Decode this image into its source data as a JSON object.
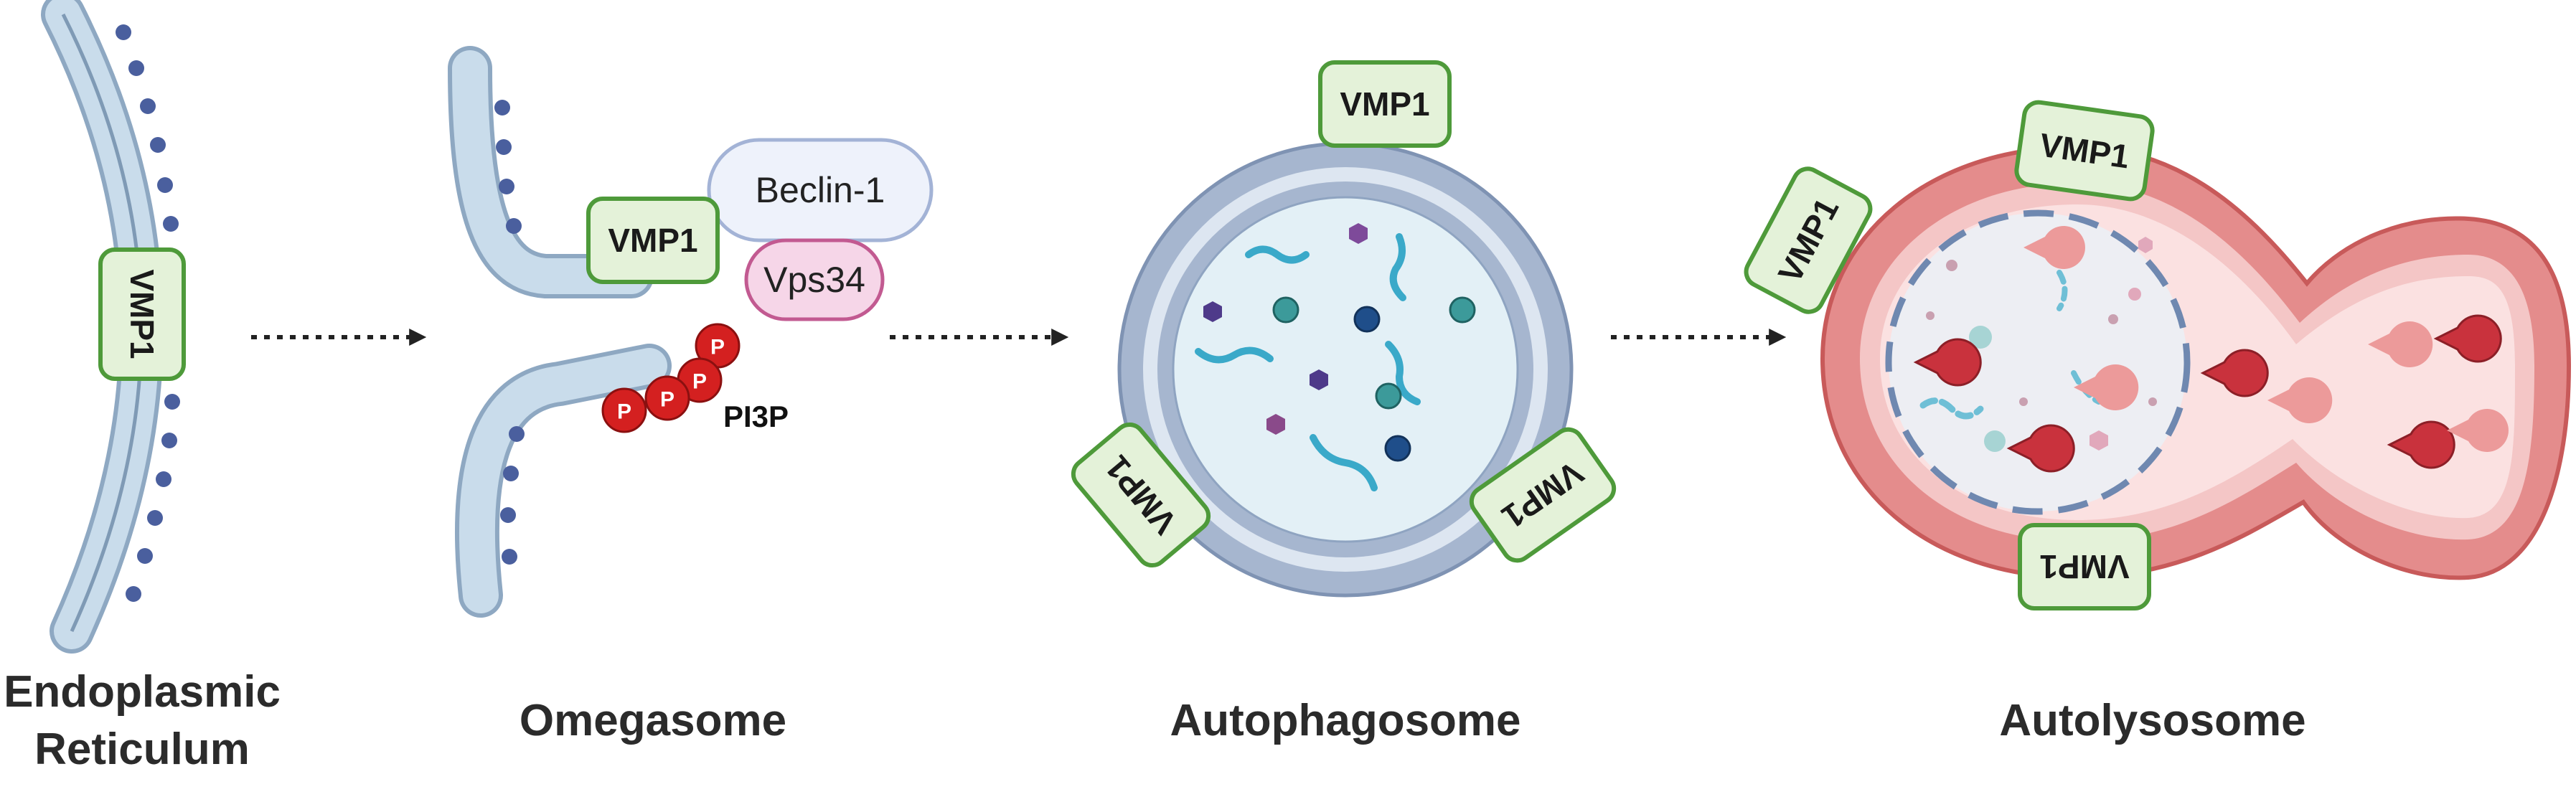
{
  "stages": [
    {
      "label_lines": [
        "Endoplasmic",
        "Reticulum"
      ]
    },
    {
      "label_lines": [
        "Omegasome"
      ]
    },
    {
      "label_lines": [
        "Autophagosome"
      ]
    },
    {
      "label_lines": [
        "Autolysosome"
      ]
    }
  ],
  "protein_labels": {
    "vmp1": "VMP1",
    "beclin": "Beclin-1",
    "vps34": "Vps34",
    "phosphate": "P",
    "pi3p": "PI3P"
  },
  "colors": {
    "membrane": "#b9cfe2",
    "membrane_edge": "#8ea8c2",
    "er_dot": "#4a5f9e",
    "vmp1_fill": "#e4f2d9",
    "vmp1_stroke": "#4e9a3a",
    "beclin_fill": "#eef2fb",
    "beclin_stroke": "#a3b3d6",
    "vps34_fill": "#f6d6e8",
    "vps34_stroke": "#c25a91",
    "phosphate": "#d42020",
    "autophagosome_outer": "#a6b6cf",
    "autophagosome_inner": "#e3f0f6",
    "lysosome_membrane": "#e08686",
    "lysosome_lumen": "#fbe1e1",
    "enzyme": "#c9323d",
    "arrow": "#222222"
  }
}
